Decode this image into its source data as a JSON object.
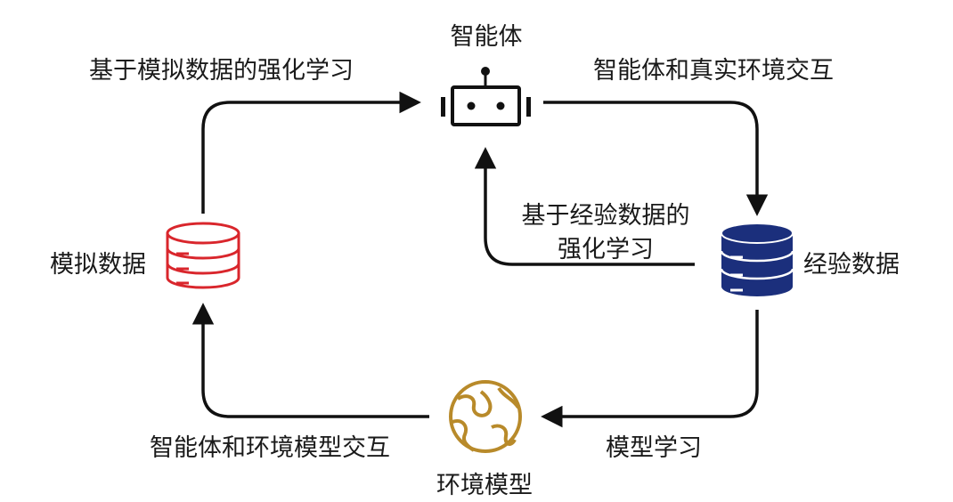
{
  "diagram": {
    "nodes": {
      "agent": {
        "label": "智能体",
        "icon": "robot-icon"
      },
      "simulated_data": {
        "label": "模拟数据",
        "icon": "database-icon",
        "color": "#d9262c"
      },
      "experience_data": {
        "label": "经验数据",
        "icon": "database-icon",
        "color": "#1b2f7c"
      },
      "environment_model": {
        "label": "环境模型",
        "icon": "globe-icon",
        "color": "#b88a2a"
      }
    },
    "edges": {
      "sim_rl": "基于模拟数据的强化学习",
      "real_interaction": "智能体和真实环境交互",
      "experience_rl_line1": "基于经验数据的",
      "experience_rl_line2": "强化学习",
      "model_learning": "模型学习",
      "env_model_interaction": "智能体和环境模型交互"
    },
    "colors": {
      "arrow": "#111111",
      "robot": "#111111"
    }
  }
}
